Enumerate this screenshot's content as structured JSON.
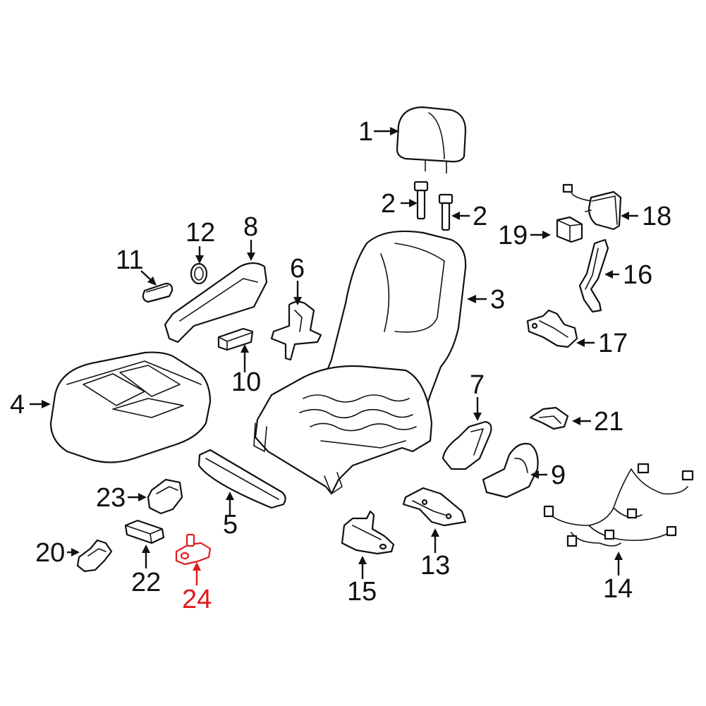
{
  "diagram": {
    "highlight_color": "#e01b1b",
    "line_color": "#111111",
    "background": "#ffffff",
    "callouts": [
      {
        "id": "1",
        "label": "1",
        "part": "headrest",
        "highlighted": false
      },
      {
        "id": "2a",
        "label": "2",
        "part": "headrest-guide",
        "highlighted": false
      },
      {
        "id": "2b",
        "label": "2",
        "part": "headrest-guide",
        "highlighted": false
      },
      {
        "id": "3",
        "label": "3",
        "part": "seatback",
        "highlighted": false
      },
      {
        "id": "4",
        "label": "4",
        "part": "seat-cushion",
        "highlighted": false
      },
      {
        "id": "5",
        "label": "5",
        "part": "side-trim",
        "highlighted": false
      },
      {
        "id": "6",
        "label": "6",
        "part": "bracket",
        "highlighted": false
      },
      {
        "id": "7",
        "label": "7",
        "part": "hinge-cover",
        "highlighted": false
      },
      {
        "id": "8",
        "label": "8",
        "part": "outer-finisher",
        "highlighted": false
      },
      {
        "id": "9",
        "label": "9",
        "part": "inner-cover",
        "highlighted": false
      },
      {
        "id": "10",
        "label": "10",
        "part": "switch-block",
        "highlighted": false
      },
      {
        "id": "11",
        "label": "11",
        "part": "switch-knob",
        "highlighted": false
      },
      {
        "id": "12",
        "label": "12",
        "part": "round-knob",
        "highlighted": false
      },
      {
        "id": "13",
        "label": "13",
        "part": "bracket-plate",
        "highlighted": false
      },
      {
        "id": "14",
        "label": "14",
        "part": "wire-harness",
        "highlighted": false
      },
      {
        "id": "15",
        "label": "15",
        "part": "mount-bracket",
        "highlighted": false
      },
      {
        "id": "16",
        "label": "16",
        "part": "cable",
        "highlighted": false
      },
      {
        "id": "17",
        "label": "17",
        "part": "clip-bracket",
        "highlighted": false
      },
      {
        "id": "18",
        "label": "18",
        "part": "airbag-module",
        "highlighted": false
      },
      {
        "id": "19",
        "label": "19",
        "part": "connector",
        "highlighted": false
      },
      {
        "id": "20",
        "label": "20",
        "part": "clip",
        "highlighted": false
      },
      {
        "id": "21",
        "label": "21",
        "part": "clip",
        "highlighted": false
      },
      {
        "id": "22",
        "label": "22",
        "part": "control-unit",
        "highlighted": false
      },
      {
        "id": "23",
        "label": "23",
        "part": "sensor",
        "highlighted": false
      },
      {
        "id": "24",
        "label": "24",
        "part": "stud-bracket",
        "highlighted": true
      }
    ]
  }
}
